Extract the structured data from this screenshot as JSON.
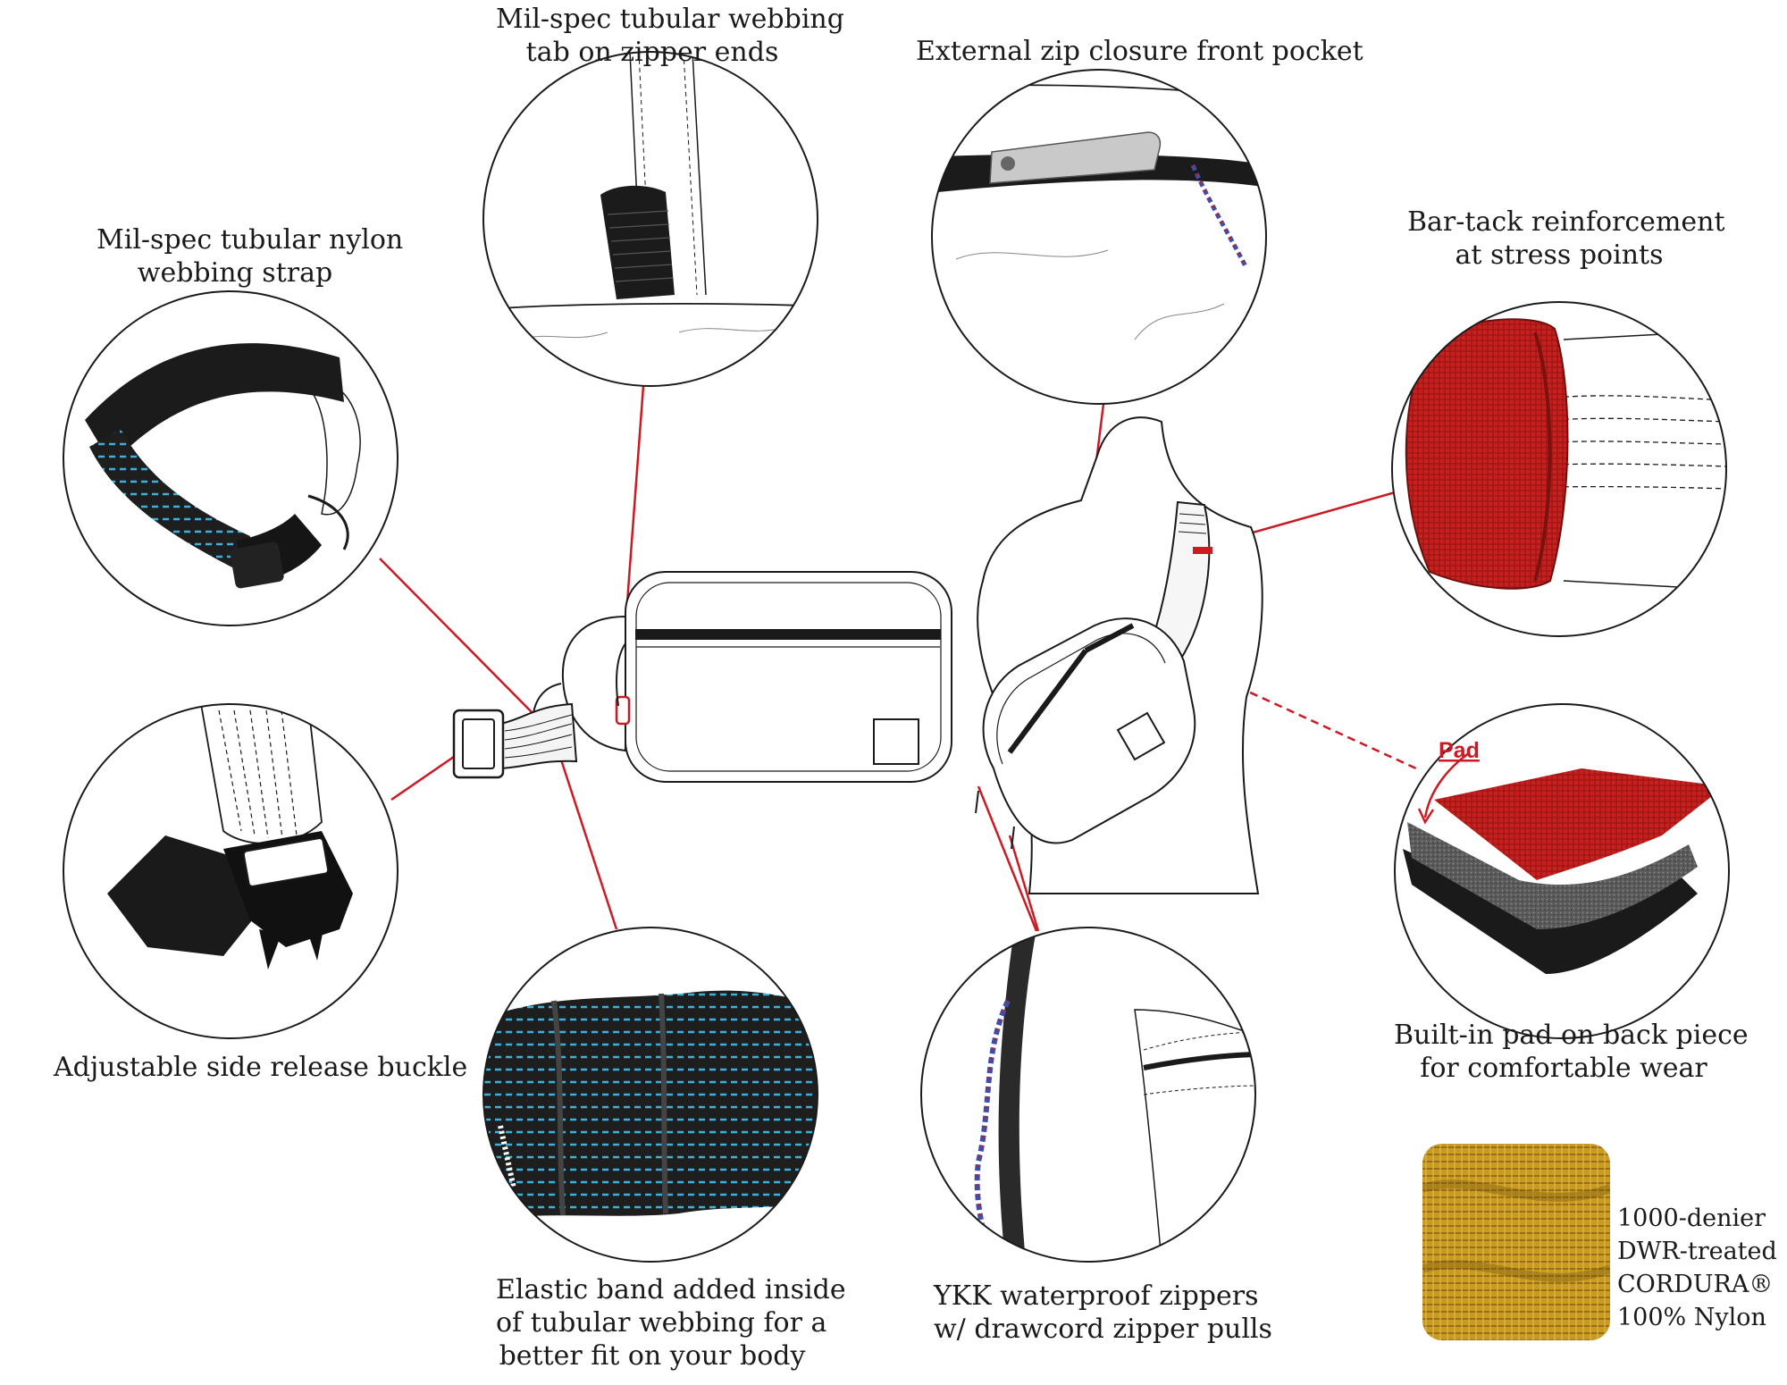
{
  "colors": {
    "leader": "#cc1a24",
    "outline": "#1a1a1a",
    "strap": "#2a2a2a",
    "stitch": "#3fb0d8",
    "cordura_red": "#c8201e",
    "foam": "#5a5a5a",
    "fabric_gold": "#c99a22"
  },
  "icons": [
    "bag-front-drawing",
    "torso-drawing",
    "buckle-icon",
    "webbing-strap-icon",
    "zipper-pocket-icon",
    "phone-icon",
    "bar-tack-icon",
    "pad-layers-icon",
    "elastic-band-icon",
    "drawcord-zipper-icon",
    "fabric-swatch-icon"
  ],
  "callouts": {
    "webbing_strap": [
      "Mil-spec tubular nylon",
      "webbing strap"
    ],
    "zipper_tab": [
      "Mil-spec tubular webbing",
      "tab on zipper ends"
    ],
    "front_pocket": [
      "External zip closure front pocket"
    ],
    "bar_tack": [
      "Bar-tack reinforcement",
      "at stress points"
    ],
    "buckle": [
      "Adjustable side release buckle"
    ],
    "elastic": [
      "Elastic band added inside",
      "of tubular webbing for a",
      "better fit on your body"
    ],
    "ykk": [
      "YKK waterproof zippers",
      "w/ drawcord zipper pulls"
    ],
    "pad": [
      "Built-in pad on back piece",
      "for comfortable wear"
    ],
    "pad_label": "Pad",
    "fabric": [
      "1000-denier",
      "DWR-treated",
      "CORDURA®",
      "100% Nylon"
    ]
  }
}
